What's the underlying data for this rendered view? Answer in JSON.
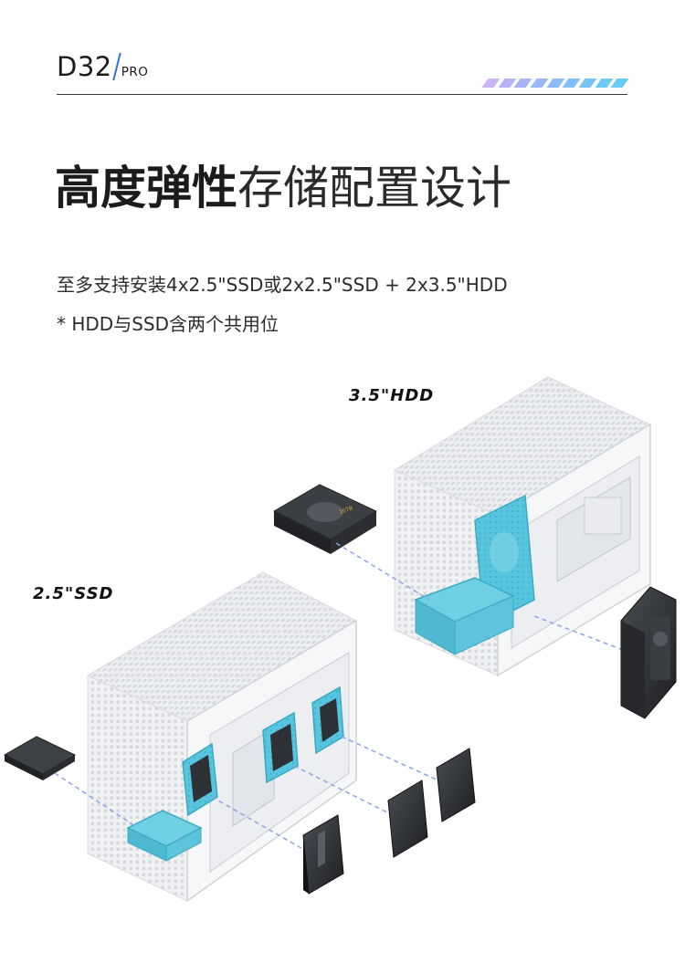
{
  "header": {
    "model": "D32",
    "variant": "PRO",
    "stripe_colors": [
      "#c9b6f3",
      "#b9b2f4",
      "#a8b4f5",
      "#98b8f6",
      "#8bbcf6",
      "#7fc0f6",
      "#77c4f5",
      "#70c8f4",
      "#6acbf3"
    ]
  },
  "headline": {
    "bold_part": "高度弹性",
    "light_part": "存储配置设计"
  },
  "description": {
    "line1": "至多支持安装4x2.5\"SSD或2x2.5\"SSD + 2x3.5\"HDD",
    "line2": "* HDD与SSD含两个共用位"
  },
  "labels": {
    "hdd": "3.5\"HDD",
    "ssd": "2.5\"SSD"
  },
  "colors": {
    "accent_blue": "#2b6de8",
    "drive_cyan": "#4fc3dc",
    "dash_line": "#8aa4e8"
  }
}
